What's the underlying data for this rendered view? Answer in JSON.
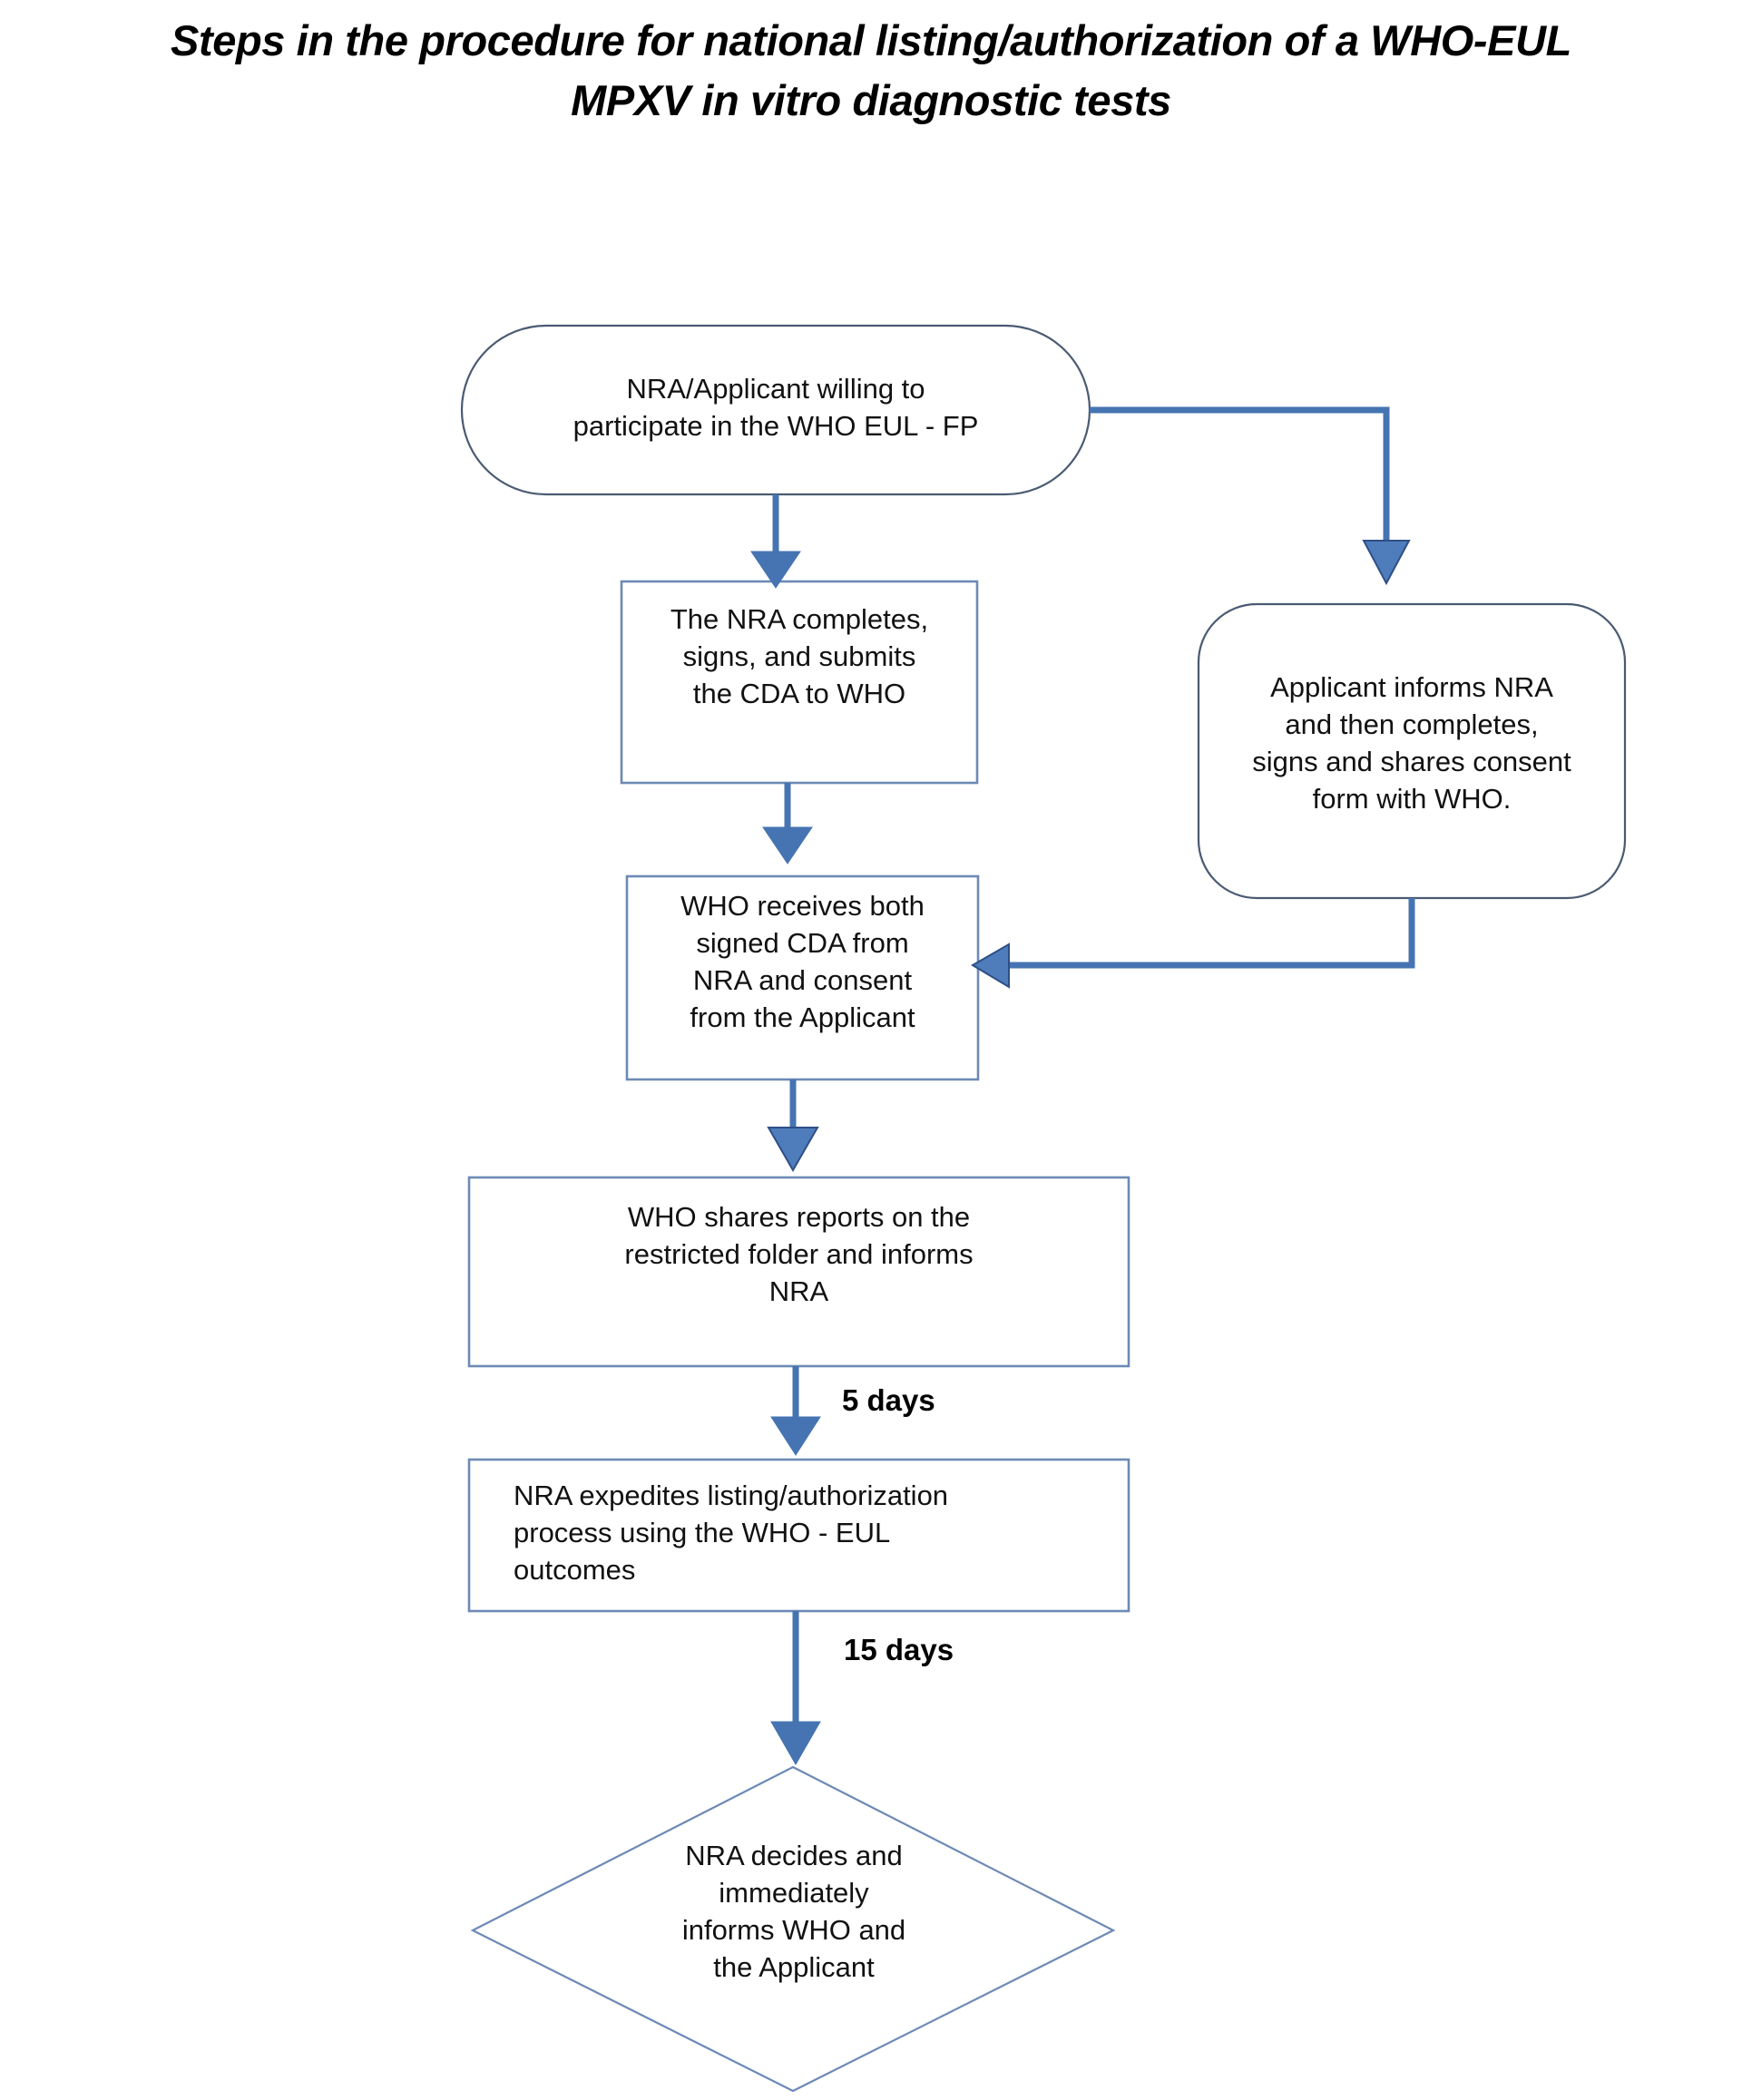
{
  "title": {
    "line1": "Steps in the procedure for national listing/authorization of a WHO-EUL",
    "line2": "MPXV in vitro diagnostic tests"
  },
  "colors": {
    "connector": "#4674b2",
    "box_border": "#6d8ab5",
    "terminator_border": "#4a5a72",
    "text": "#111111",
    "background": "#ffffff"
  },
  "chart_data": {
    "type": "diagram",
    "diagram_kind": "flowchart",
    "title": "Steps in the procedure for national listing/authorization of a WHO-EUL MPXV in vitro diagnostic tests",
    "orientation": "top-to-bottom",
    "nodes": [
      {
        "id": "start",
        "shape": "terminator",
        "lines": [
          "NRA/Applicant willing to",
          "participate in the WHO EUL - FP"
        ],
        "text": "NRA/Applicant willing to participate in the WHO EUL - FP"
      },
      {
        "id": "nra-cda",
        "shape": "process",
        "lines": [
          "The NRA completes,",
          "signs, and submits",
          "the CDA to WHO"
        ],
        "text": "The NRA completes, signs, and submits the CDA to WHO"
      },
      {
        "id": "applicant-consent",
        "shape": "rounded-process",
        "lines": [
          "Applicant informs NRA",
          "and then completes,",
          "signs and shares consent",
          "form with WHO."
        ],
        "text": "Applicant informs NRA and then completes, signs and shares consent form with WHO."
      },
      {
        "id": "who-receives",
        "shape": "process",
        "lines": [
          "WHO receives both",
          "signed CDA from",
          "NRA and consent",
          "from the Applicant"
        ],
        "text": "WHO receives both signed CDA from NRA and consent from the Applicant"
      },
      {
        "id": "who-shares",
        "shape": "process",
        "lines": [
          "WHO shares reports on the",
          "restricted folder and informs",
          "NRA"
        ],
        "text": "WHO shares reports on the restricted folder and informs NRA"
      },
      {
        "id": "nra-expedites",
        "shape": "process",
        "lines": [
          "NRA expedites listing/authorization",
          "process using the WHO - EUL",
          "outcomes"
        ],
        "text": "NRA expedites listing/authorization process using the WHO - EUL outcomes"
      },
      {
        "id": "nra-decides",
        "shape": "decision",
        "lines": [
          "NRA decides and",
          "immediately",
          "informs WHO and",
          "the Applicant"
        ],
        "text": "NRA decides and immediately informs WHO and the Applicant"
      }
    ],
    "edges": [
      {
        "from": "start",
        "to": "nra-cda",
        "label": ""
      },
      {
        "from": "start",
        "to": "applicant-consent",
        "label": ""
      },
      {
        "from": "nra-cda",
        "to": "who-receives",
        "label": ""
      },
      {
        "from": "applicant-consent",
        "to": "who-receives",
        "label": ""
      },
      {
        "from": "who-receives",
        "to": "who-shares",
        "label": ""
      },
      {
        "from": "who-shares",
        "to": "nra-expedites",
        "label": "5 days"
      },
      {
        "from": "nra-expedites",
        "to": "nra-decides",
        "label": "15 days"
      }
    ],
    "edge_labels": [
      "5 days",
      "15 days"
    ]
  }
}
